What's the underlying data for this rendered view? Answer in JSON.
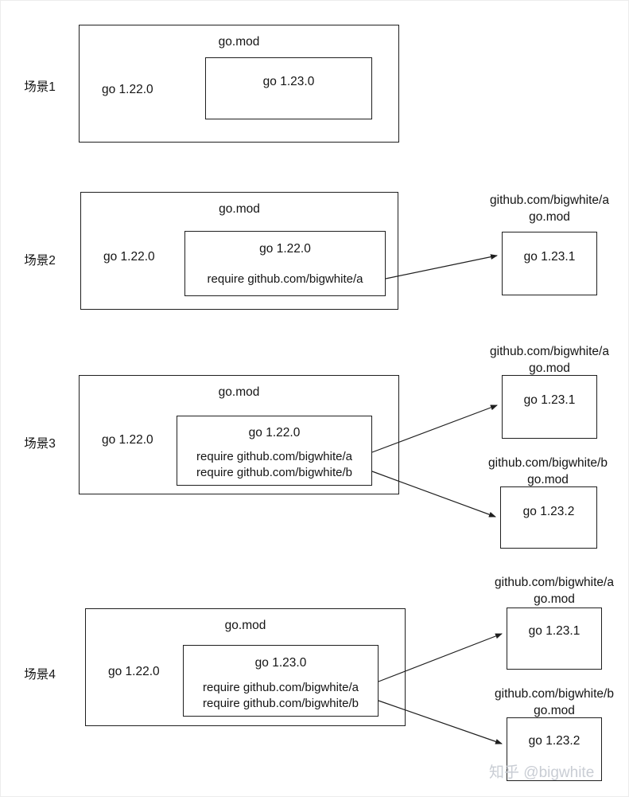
{
  "page": {
    "watermark": "知乎 @bigwhite"
  },
  "scenarios": [
    {
      "label": "场景1",
      "gomod_title": "go.mod",
      "go_version": "go 1.22.0",
      "inner": {
        "go_version": "go 1.23.0",
        "requires": []
      },
      "deps": []
    },
    {
      "label": "场景2",
      "gomod_title": "go.mod",
      "go_version": "go 1.22.0",
      "inner": {
        "go_version": "go 1.22.0",
        "requires": [
          "require github.com/bigwhite/a"
        ]
      },
      "deps": [
        {
          "name": "github.com/bigwhite/a",
          "file": "go.mod",
          "go_version": "go 1.23.1"
        }
      ]
    },
    {
      "label": "场景3",
      "gomod_title": "go.mod",
      "go_version": "go 1.22.0",
      "inner": {
        "go_version": "go 1.22.0",
        "requires": [
          "require github.com/bigwhite/a",
          "require github.com/bigwhite/b"
        ]
      },
      "deps": [
        {
          "name": "github.com/bigwhite/a",
          "file": "go.mod",
          "go_version": "go 1.23.1"
        },
        {
          "name": "github.com/bigwhite/b",
          "file": "go.mod",
          "go_version": "go 1.23.2"
        }
      ]
    },
    {
      "label": "场景4",
      "gomod_title": "go.mod",
      "go_version": "go 1.22.0",
      "inner": {
        "go_version": "go 1.23.0",
        "requires": [
          "require github.com/bigwhite/a",
          "require github.com/bigwhite/b"
        ]
      },
      "deps": [
        {
          "name": "github.com/bigwhite/a",
          "file": "go.mod",
          "go_version": "go 1.23.1"
        },
        {
          "name": "github.com/bigwhite/b",
          "file": "go.mod",
          "go_version": "go 1.23.2"
        }
      ]
    }
  ]
}
